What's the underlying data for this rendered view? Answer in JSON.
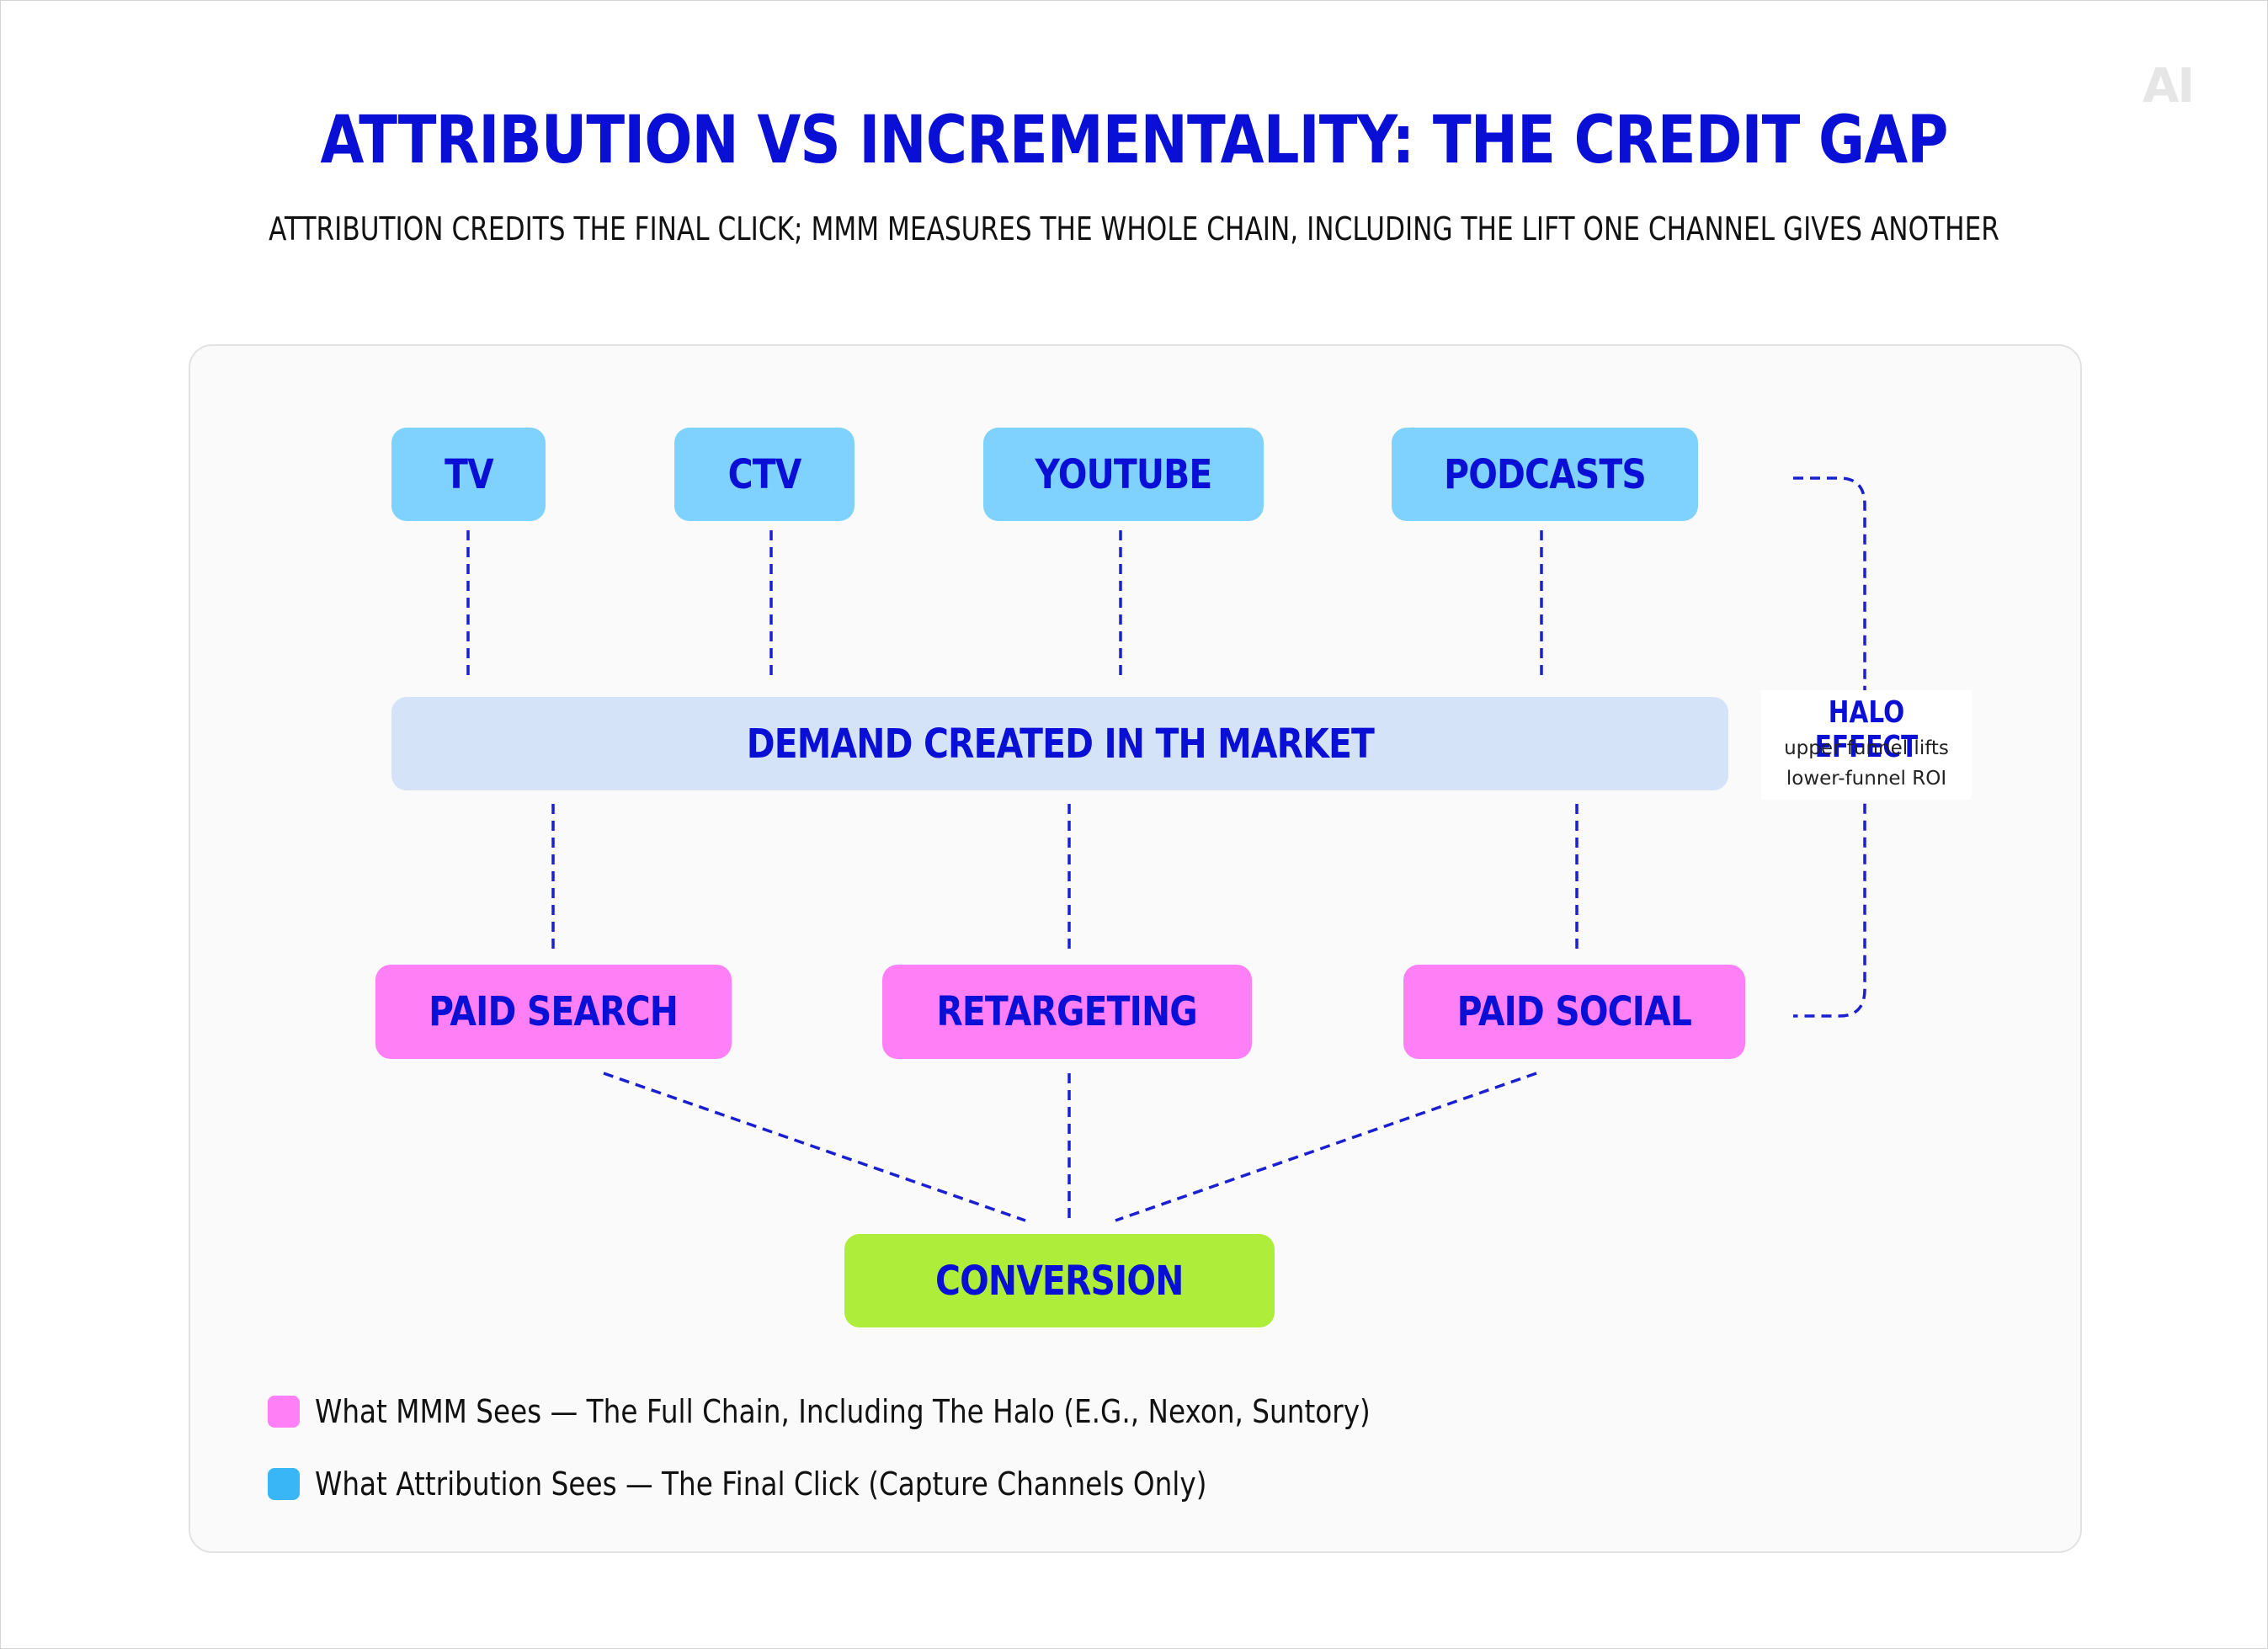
{
  "logo": "AI",
  "title": "ATTRIBUTION VS INCREMENTALITY: THE CREDIT GAP",
  "subtitle": "ATTRIBUTION CREDITS THE FINAL CLICK; MMM MEASURES THE WHOLE CHAIN, INCLUDING THE LIFT ONE CHANNEL GIVES ANOTHER",
  "upper_funnel": [
    "TV",
    "CTV",
    "YOUTUBE",
    "PODCASTS"
  ],
  "demand": "DEMAND CREATED IN TH MARKET",
  "lower_funnel": [
    "PAID SEARCH",
    "RETARGETING",
    "PAID SOCIAL"
  ],
  "conversion": "CONVERSION",
  "halo": {
    "title": "HALO EFFECT",
    "line1": "upper funnel lifts",
    "line2": "lower-funnel ROI"
  },
  "legend": [
    {
      "text": "What MMM Sees — The Full Chain, Including The Halo (E.G., Nexon, Suntory)",
      "color": "#ff80f6"
    },
    {
      "text": "What Attribution Sees — The Final Click (Capture Channels Only)",
      "color": "#38b6f5"
    }
  ],
  "colors": {
    "accent": "#0a0fd6",
    "upper_funnel": "#7fd2fd",
    "lower_funnel": "#ff80f6",
    "conversion": "#aeee3a",
    "demand": "#d5e3f8"
  }
}
